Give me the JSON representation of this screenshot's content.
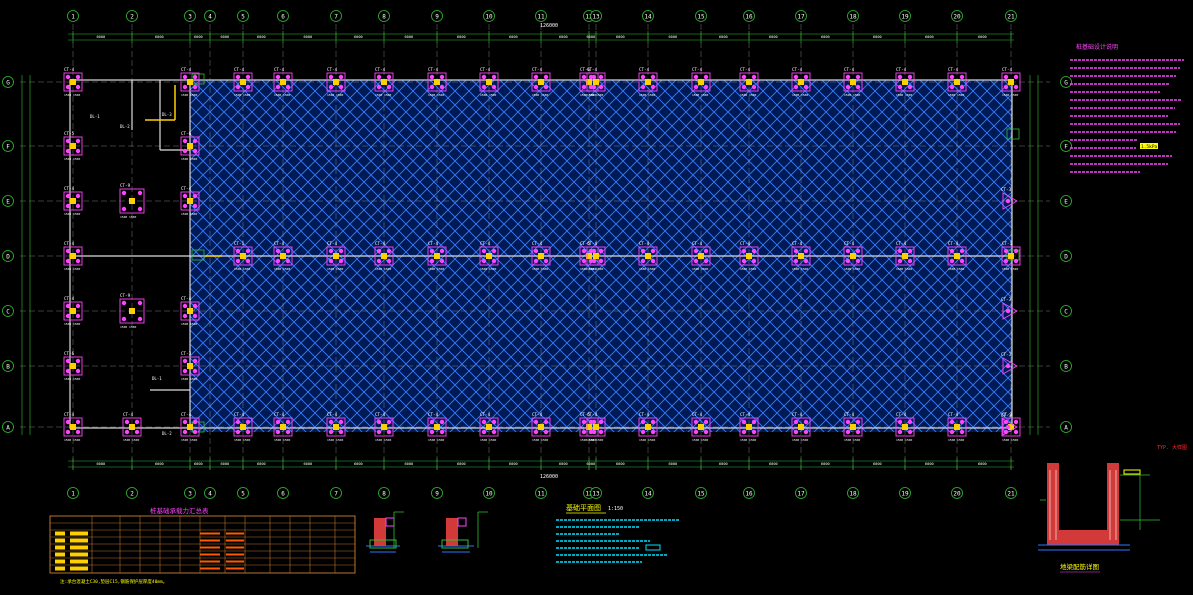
{
  "drawing": {
    "top_axes": [
      "1",
      "2",
      "3",
      "4",
      "5",
      "6",
      "7",
      "8",
      "9",
      "10",
      "11",
      "12",
      "13",
      "14",
      "15",
      "16",
      "17",
      "18",
      "19",
      "20",
      "21"
    ],
    "side_axes": [
      "G",
      "F",
      "E",
      "D",
      "C",
      "B",
      "A"
    ],
    "pile_caps_row_g": [
      "CT-4",
      "CT-4",
      "CT-4",
      "CT-4",
      "CT-4",
      "CT-4",
      "CT-4",
      "CT-6",
      "CT-4",
      "CT-4",
      "CT-4",
      "CT-4",
      "CT-4",
      "CT-4",
      "CT-4",
      "CT-4",
      "CT-4"
    ],
    "pile_caps_row_d": [
      "CT-1",
      "CT-4",
      "CT-4",
      "CT-4",
      "CT-4",
      "CT-4",
      "CT-4",
      "CT-5",
      "CT-4",
      "CT-4",
      "CT-4",
      "CT-4",
      "CT-4",
      "CT-4",
      "CT-4",
      "CT-4",
      "CT-1"
    ],
    "pile_caps_row_a": [
      "CT-4",
      "CT-4",
      "CT-4",
      "CT-4",
      "CT-4",
      "CT-4",
      "CT-4",
      "CT-5",
      "CT-4",
      "CT-4",
      "CT-4",
      "CT-4",
      "CT-4",
      "CT-4",
      "CT-4",
      "CT-4",
      "CT-3"
    ],
    "left_caps": [
      "CT-4",
      "CT-5",
      "CT-4",
      "CT-4",
      "CT-4",
      "CT-6",
      "CT-4"
    ],
    "mid_left_caps": [
      "CT-9",
      "CT-9"
    ],
    "col3_caps": [
      "CT-6",
      "CT-4",
      "CT-4",
      "CT-3",
      "CT-4"
    ],
    "right_caps": [
      "CT-3",
      "CT-3",
      "CT-3",
      "CT-3"
    ],
    "beam_labels": [
      "DL-1",
      "DL-2",
      "DL-3",
      "DL-1",
      "DL-2"
    ],
    "total_dim": "126000",
    "span_dim": "6000"
  },
  "notes_right": {
    "title": "桩基础设计说明",
    "highlight": "1.5kPa"
  },
  "plan_title": {
    "text": "基础平面图",
    "scale": "1:150"
  },
  "table": {
    "title": "桩基础承载力汇总表",
    "note": "注:承台混凝土C30,垫层C15,钢筋保护层厚度40mm。"
  },
  "section": {
    "title": "地梁配筋详图",
    "corner_label": "TYP. 大样图"
  },
  "colors": {
    "background": "#000000",
    "grid": "#2f73ff",
    "cap": "#ff44ff",
    "text": "#ffffff",
    "dim": "#30c030",
    "highlight": "#ffff00",
    "section": "#d23a3a"
  }
}
